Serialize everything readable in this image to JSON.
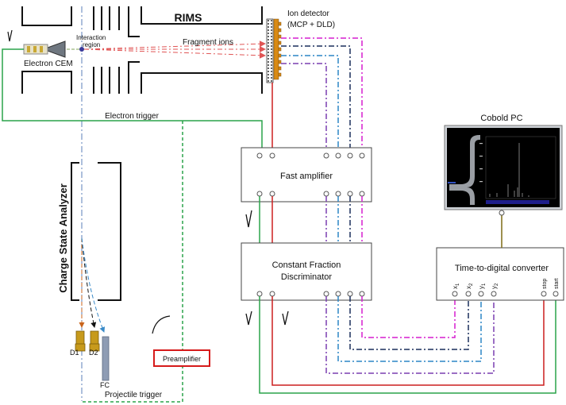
{
  "labels": {
    "rims": "RIMS",
    "ion_detector_line1": "Ion detector",
    "ion_detector_line2": "(MCP + DLD)",
    "fragment_ions": "Fragment ions",
    "interaction_line1": "Interaction",
    "interaction_line2": "region",
    "electron_cem": "Electron CEM",
    "electron_trigger": "Electron trigger",
    "cobold_pc": "Cobold PC",
    "fast_amplifier": "Fast amplifier",
    "cfd_line1": "Constant Fraction",
    "cfd_line2": "Discriminator",
    "tdc": "Time-to-digital converter",
    "charge_state_analyzer": "Charge State Analyzer",
    "preamplifier": "Preamplifier",
    "projectile_trigger": "Projectile trigger",
    "d1": "D1",
    "d2": "D2",
    "fc": "FC",
    "tdc_inputs": [
      "x",
      "x",
      "y",
      "y",
      "stop",
      "start"
    ],
    "tdc_input_subs": [
      "1",
      "2",
      "1",
      "2",
      "",
      ""
    ]
  },
  "colors": {
    "electron_trigger": "#2aa44a",
    "signal_red": "#cc1f1f",
    "x1_magenta": "#d61ecf",
    "x2_navy": "#1a2f5c",
    "y1_blue": "#2b86c6",
    "y2_purple": "#7a3fb0",
    "projectile_trigger": "#2aa44a",
    "preamp_border": "#d61a1a",
    "detector_gold": "#c79a1c",
    "fc_grey": "#8e9cb4",
    "pc_link": "#7d6a14"
  }
}
